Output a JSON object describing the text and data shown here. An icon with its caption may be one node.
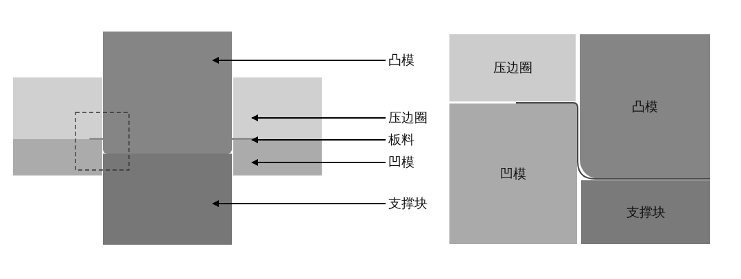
{
  "diagram": {
    "nodes": [
      {
        "text": [],
        "shape": "box"
      },
      {
        "text": [],
        "shape": "box"
      },
      {
        "text": [],
        "shape": "box"
      },
      {
        "text": [],
        "shape": "box"
      },
      {
        "text": [],
        "shape": "box"
      },
      {
        "text": [],
        "shape": "bar"
      },
      {
        "text": [],
        "shape": "box"
      },
      {
        "text": [
          "凸模"
        ]
      },
      {
        "text": [
          "压边圈"
        ]
      },
      {
        "text": [
          "板料"
        ]
      },
      {
        "text": [
          "凹模"
        ]
      },
      {
        "text": [
          "支撑块"
        ]
      },
      {
        "text": [
          "压边圈"
        ]
      },
      {
        "text": [
          "凸模"
        ]
      },
      {
        "text": [
          "凹模"
        ]
      },
      {
        "text": [
          "支撑块"
        ]
      }
    ],
    "edges": [
      {
        "from": 7,
        "to": 0,
        "arrow": "to"
      },
      {
        "from": 8,
        "to": 2,
        "arrow": "to"
      },
      {
        "from": 9,
        "to": 5,
        "arrow": "to"
      },
      {
        "from": 10,
        "to": 4,
        "arrow": "to"
      },
      {
        "from": 11,
        "to": 6,
        "arrow": "to"
      }
    ]
  }
}
